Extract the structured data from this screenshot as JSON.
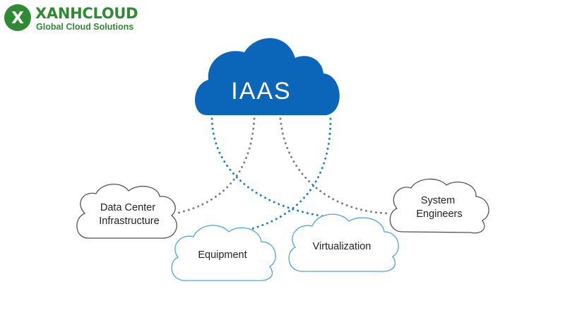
{
  "brand": {
    "name": "XANHCLOUD",
    "tagline": "Global Cloud Solutions",
    "logo_letter": "X",
    "green": "#2e8b34",
    "dark_green": "#1f6b28"
  },
  "diagram": {
    "center": {
      "label": "IAAS",
      "color": "#0b65b9"
    },
    "nodes": {
      "data_center": {
        "lines": [
          "Data Center",
          "Infrastructure"
        ]
      },
      "system_engineers": {
        "lines": [
          "System",
          "Engineers"
        ]
      },
      "equipment": {
        "lines": [
          "Equipment"
        ]
      },
      "virtualization": {
        "lines": [
          "Virtualization"
        ]
      }
    },
    "colors": {
      "gray_connector": "#808080",
      "blue_connector": "#1a86c8",
      "gray_outline": "#555555",
      "blue_outline": "#4aa6d8",
      "text": "#222222"
    }
  }
}
